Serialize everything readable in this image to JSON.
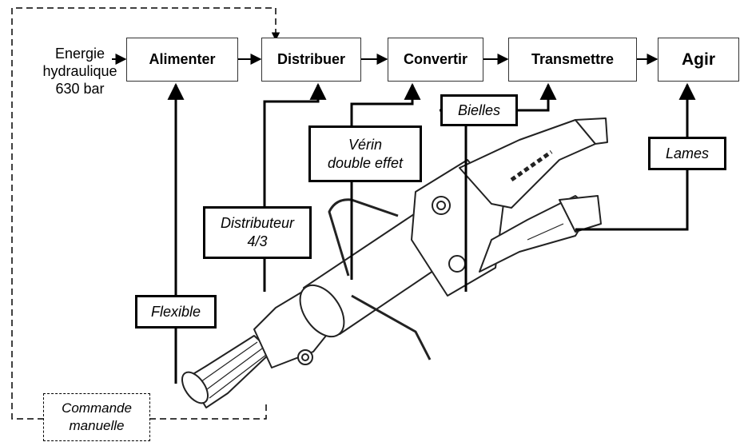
{
  "input_energy": "Energie\nhydraulique\n630 bar",
  "functions": {
    "alimenter": "Alimenter",
    "distribuer": "Distribuer",
    "convertir": "Convertir",
    "transmettre": "Transmettre",
    "agir": "Agir"
  },
  "components": {
    "flexible": "Flexible",
    "distributeur": "Distributeur\n4/3",
    "verin": "Vérin\ndouble effet",
    "bielles": "Bielles",
    "lames": "Lames",
    "commande": "Commande\nmanuelle"
  },
  "colors": {
    "line": "#000000",
    "box_border": "#333333",
    "tool_stroke": "#222222"
  },
  "illustration": "hydraulic rescue spreader tool"
}
